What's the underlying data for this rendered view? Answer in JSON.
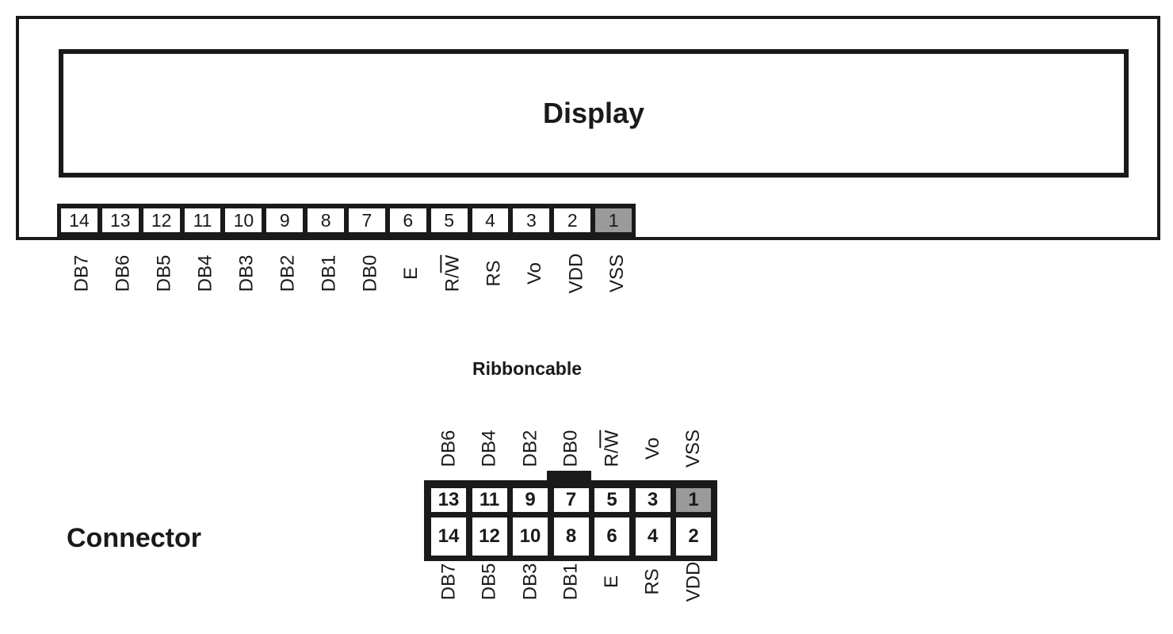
{
  "display": {
    "label": "Display"
  },
  "module_pins": [
    {
      "number": "14",
      "signal": "DB7"
    },
    {
      "number": "13",
      "signal": "DB6"
    },
    {
      "number": "12",
      "signal": "DB5"
    },
    {
      "number": "11",
      "signal": "DB4"
    },
    {
      "number": "10",
      "signal": "DB3"
    },
    {
      "number": "9",
      "signal": "DB2"
    },
    {
      "number": "8",
      "signal": "DB1"
    },
    {
      "number": "7",
      "signal": "DB0"
    },
    {
      "number": "6",
      "signal": "E"
    },
    {
      "number": "5",
      "signal": "R/W"
    },
    {
      "number": "4",
      "signal": "RS"
    },
    {
      "number": "3",
      "signal": "Vo"
    },
    {
      "number": "2",
      "signal": "VDD"
    },
    {
      "number": "1",
      "signal": "VSS"
    }
  ],
  "ribbon": {
    "label": "Ribboncable"
  },
  "connector": {
    "label": "Connector",
    "top_row": [
      {
        "number": "13",
        "signal": "DB6"
      },
      {
        "number": "11",
        "signal": "DB4"
      },
      {
        "number": "9",
        "signal": "DB2"
      },
      {
        "number": "7",
        "signal": "DB0"
      },
      {
        "number": "5",
        "signal": "R/W"
      },
      {
        "number": "3",
        "signal": "Vo"
      },
      {
        "number": "1",
        "signal": "VSS"
      }
    ],
    "bottom_row": [
      {
        "number": "14",
        "signal": "DB7"
      },
      {
        "number": "12",
        "signal": "DB5"
      },
      {
        "number": "10",
        "signal": "DB3"
      },
      {
        "number": "8",
        "signal": "DB1"
      },
      {
        "number": "6",
        "signal": "E"
      },
      {
        "number": "4",
        "signal": "RS"
      },
      {
        "number": "2",
        "signal": "VDD"
      }
    ]
  },
  "colors": {
    "line": "#1a1a1a",
    "pin1_fill": "#9a9a9a",
    "background": "#ffffff"
  }
}
